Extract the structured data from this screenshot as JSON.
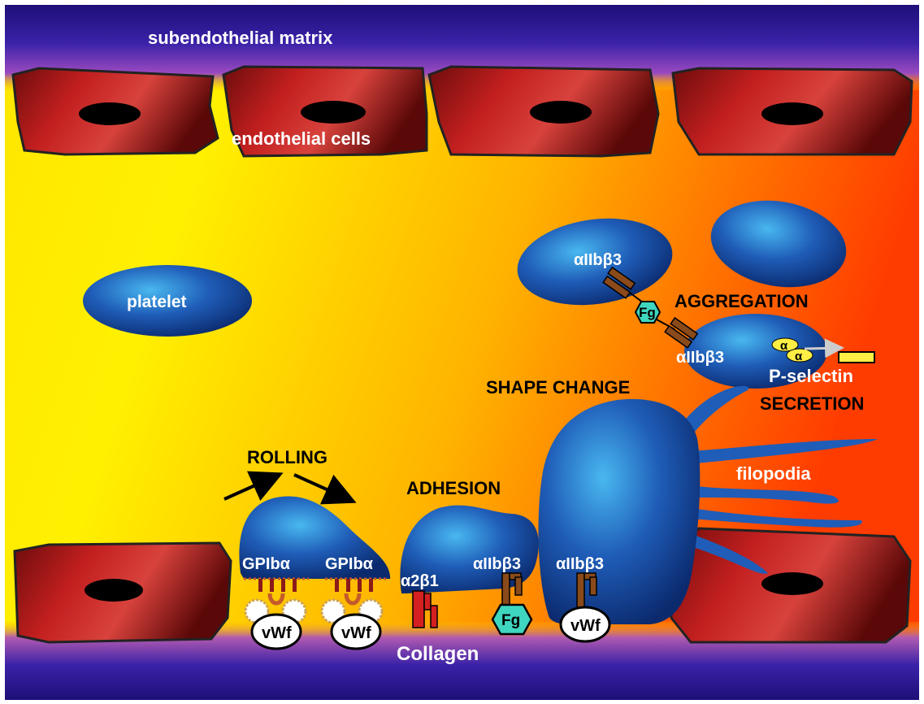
{
  "labels": {
    "subendothelial_matrix": "subendothelial matrix",
    "endothelial_cells": "endothelial cells",
    "platelet": "platelet",
    "rolling": "ROLLING",
    "adhesion": "ADHESION",
    "shape_change": "SHAPE CHANGE",
    "aggregation": "AGGREGATION",
    "secretion": "SECRETION",
    "filopodia": "filopodia",
    "collagen": "Collagen",
    "p_selectin": "P-selectin",
    "gpib_alpha": "GPIbα",
    "alpha2beta1": "α2β1",
    "aiib_b3": "αIIbβ3",
    "vwf": "vWf",
    "fg": "Fg",
    "alpha": "α"
  },
  "colors": {
    "matrix_blue": "#2a1e8f",
    "background_yellow": "#fde900",
    "background_orange": "#ff5a00",
    "platelet_blue": "#1f5db8",
    "endothelial_red": "#a11414",
    "integrin_brown": "#8a4a1a",
    "fg_teal": "#3fd6c0",
    "p_selectin_yellow": "#ffee44"
  }
}
